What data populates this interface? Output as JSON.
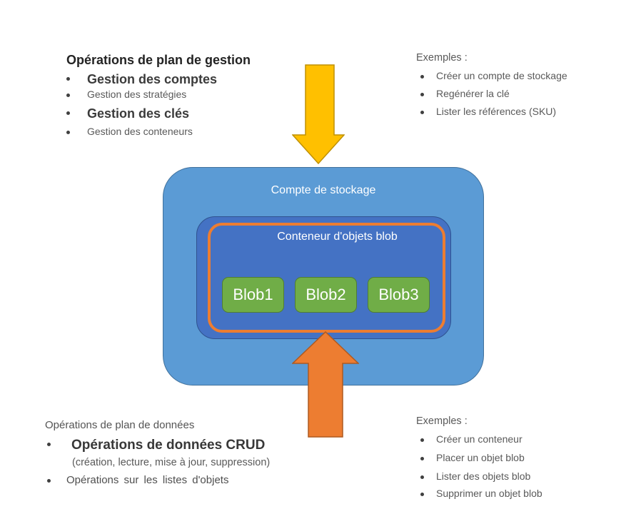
{
  "colors": {
    "storage_box_fill": "#5B9BD5",
    "storage_box_stroke": "#41719C",
    "container_box_fill": "#4472C4",
    "container_box_stroke": "#2F528F",
    "container_frame": "#ED7D31",
    "blob_fill": "#70AD47",
    "blob_stroke": "#507E32",
    "arrow_down_fill": "#FFC000",
    "arrow_down_stroke": "#BF9000",
    "arrow_up_fill": "#ED7D31",
    "arrow_up_stroke": "#AE5A21"
  },
  "management_plane": {
    "title": "Opérations de plan de gestion",
    "items": [
      {
        "label": "Gestion des comptes",
        "emphasis": true
      },
      {
        "label": "Gestion des stratégies",
        "emphasis": false
      },
      {
        "label": "Gestion des clés",
        "emphasis": true
      },
      {
        "label": "Gestion des conteneurs",
        "emphasis": false
      }
    ]
  },
  "management_examples": {
    "title": "Exemples :",
    "items": [
      "Créer un compte de stockage",
      "Regénérer la clé",
      "Lister les références (SKU)"
    ]
  },
  "diagram": {
    "storage_account_label": "Compte de stockage",
    "container_label": "Conteneur d'objets blob",
    "blobs": [
      "Blob1",
      "Blob2",
      "Blob3"
    ]
  },
  "data_plane": {
    "title": "Opérations de plan de données",
    "items": [
      {
        "label": "Opérations de données CRUD",
        "sub": "(création, lecture, mise à jour, suppression)",
        "emphasis": true
      },
      {
        "label": "Opérations sur les listes d'objets",
        "emphasis": false
      }
    ]
  },
  "data_examples": {
    "title": "Exemples :",
    "items": [
      "Créer un conteneur",
      "Placer un objet blob",
      "Lister des objets blob",
      "Supprimer un objet blob"
    ]
  }
}
